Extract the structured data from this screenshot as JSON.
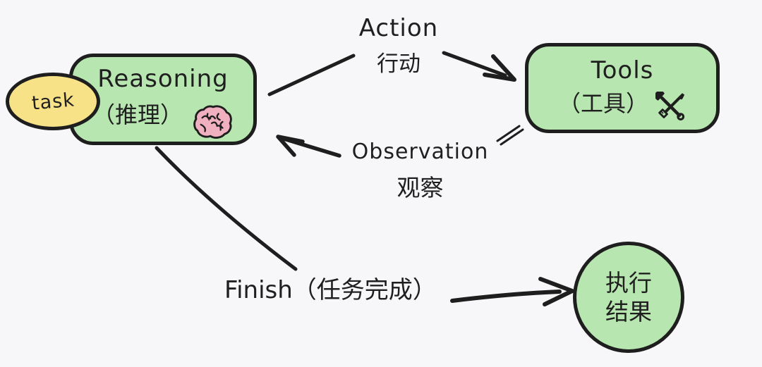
{
  "colors": {
    "background": "#f7f7f9",
    "stroke": "#1e1e1e",
    "node_fill_green": "#b8e6b0",
    "node_fill_yellow": "#f7e287",
    "brain_fill_pink": "#f0b0c0"
  },
  "nodes": {
    "task": {
      "label": "task",
      "shape": "ellipse"
    },
    "reasoning": {
      "title": "Reasoning",
      "subtitle": "（推理）",
      "icon": "brain-icon",
      "shape": "rounded-rect"
    },
    "tools": {
      "title": "Tools",
      "subtitle": "（工具）",
      "icon": "tools-icon",
      "shape": "rounded-rect"
    },
    "result": {
      "line1": "执行",
      "line2": "结果",
      "shape": "circle"
    }
  },
  "edges": {
    "action": {
      "from": "reasoning",
      "to": "tools",
      "label_en": "Action",
      "label_zh": "行动"
    },
    "observation": {
      "from": "tools",
      "to": "reasoning",
      "label_en": "Observation",
      "label_zh": "观察"
    },
    "finish": {
      "from": "reasoning",
      "to": "result",
      "label": "Finish（任务完成）"
    }
  }
}
